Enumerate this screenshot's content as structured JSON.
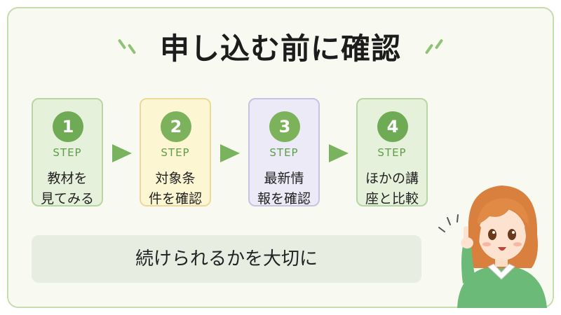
{
  "title": "申し込む前に確認",
  "steps": [
    {
      "number": "1",
      "label": "STEP",
      "line1": "教材を",
      "line2": "見てみる"
    },
    {
      "number": "2",
      "label": "STEP",
      "line1": "対象条",
      "line2": "件を確認"
    },
    {
      "number": "3",
      "label": "STEP",
      "line1": "最新情",
      "line2": "報を確認"
    },
    {
      "number": "4",
      "label": "STEP",
      "line1": "ほかの講",
      "line2": "座と比較"
    }
  ],
  "banner": "続けられるかを大切に",
  "colors": {
    "accent_green": "#6faa55",
    "step1_bg": "#e6f1dc",
    "step2_bg": "#fdf6d3",
    "step3_bg": "#eceaf7",
    "step4_bg": "#e6f1dc",
    "banner_bg": "#e8ede2",
    "frame_border": "#c6ddb0"
  },
  "icons": [
    "emphasis-ticks",
    "arrow-right-icon",
    "woman-pointing-illustration"
  ]
}
